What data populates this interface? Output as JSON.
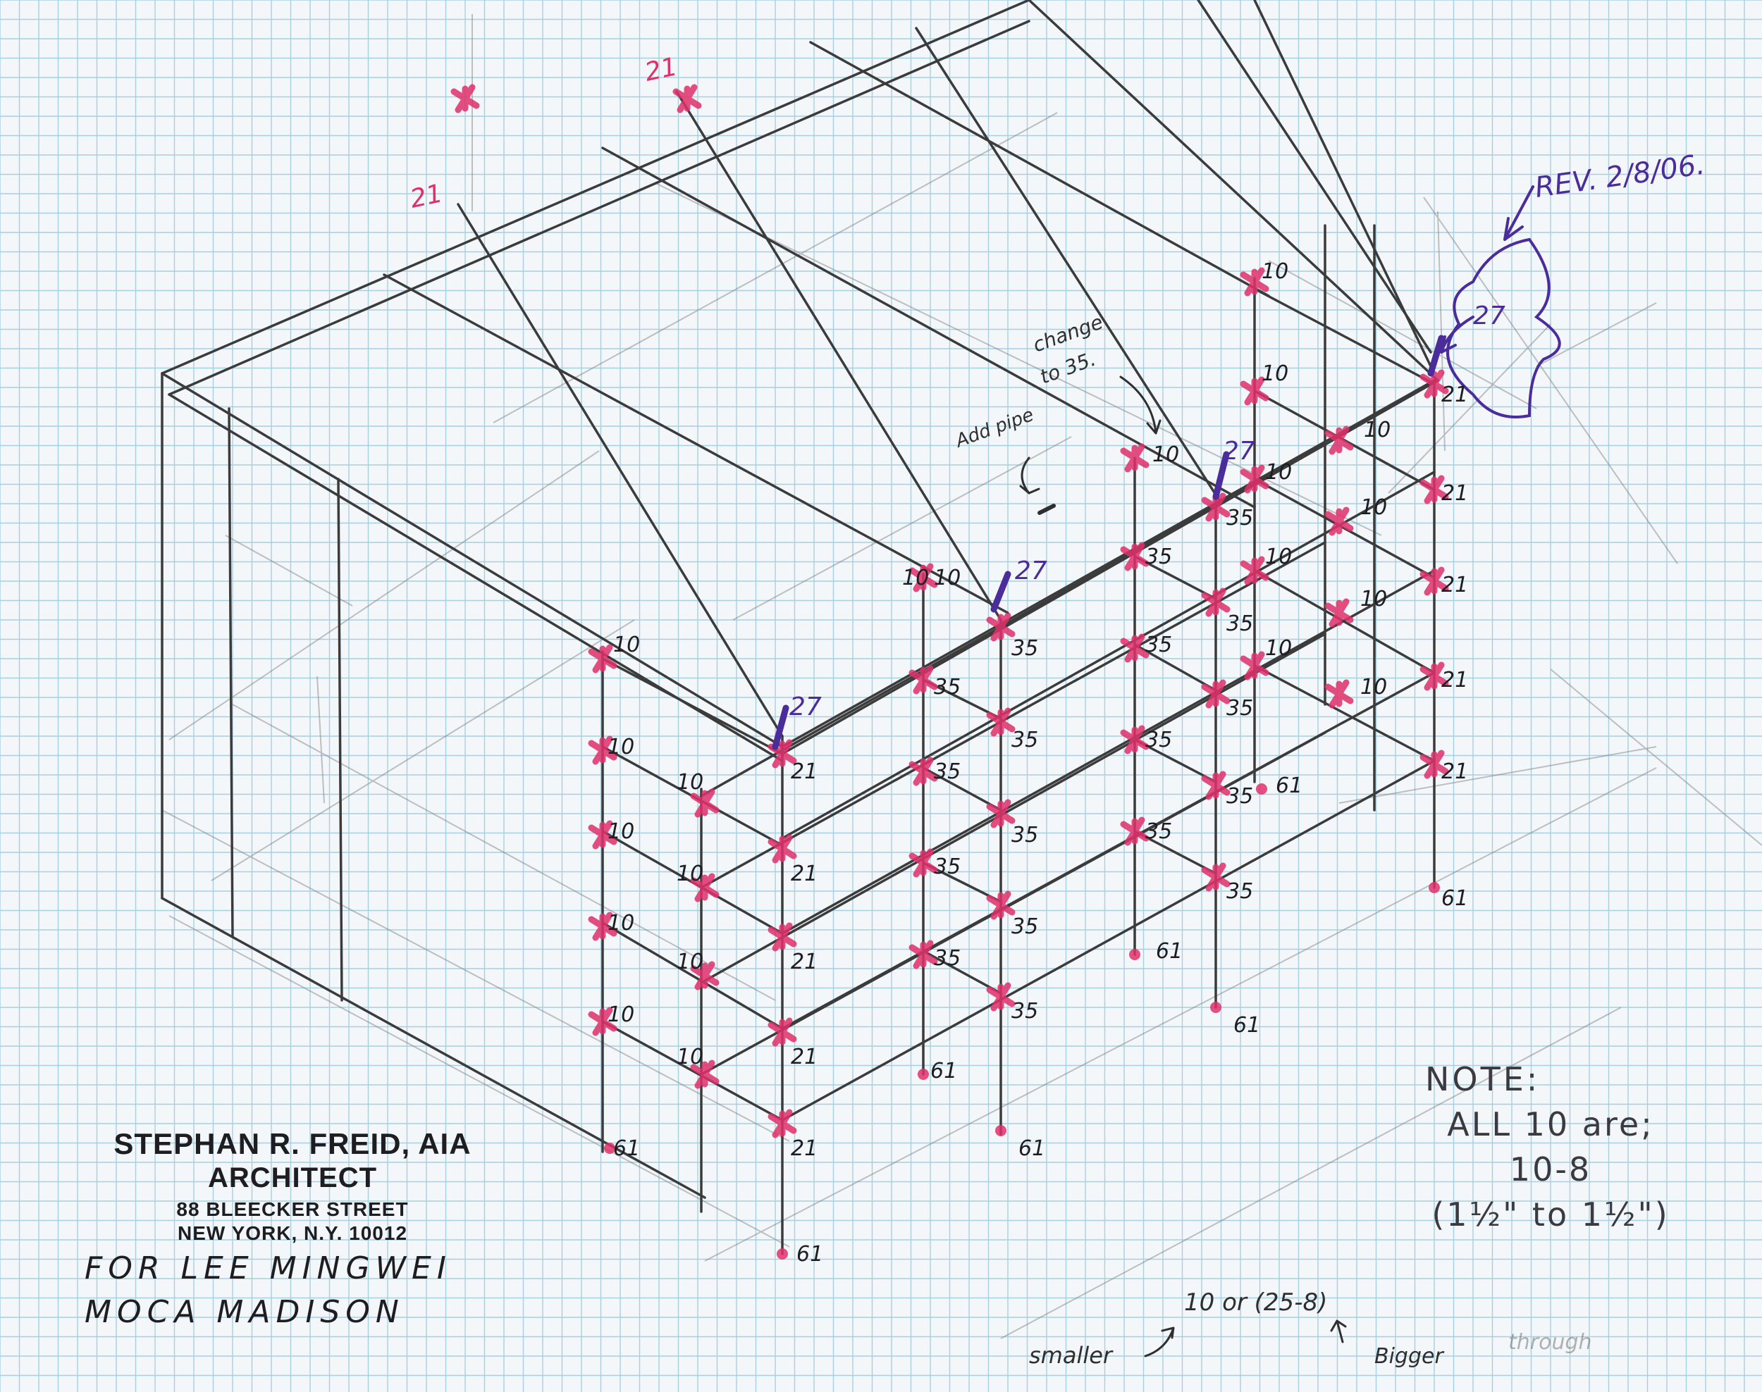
{
  "drawing": {
    "stamp": {
      "name": "STEPHAN R. FREID, AIA",
      "title": "ARCHITECT",
      "address": "88 BLEECKER STREET",
      "city": "NEW YORK, N.Y. 10012"
    },
    "client": {
      "line1": "FOR LEE MINGWEI",
      "line2": "MOCA MADISON"
    },
    "note": {
      "heading": "NOTE:",
      "line1": "ALL 10 are;",
      "line2": "10-8",
      "line3": "(1½\" to 1½\")"
    },
    "revision": "REV. 2/8/06.",
    "annotations": {
      "add_pipe": "Add pipe",
      "change_line1": "change",
      "change_line2": "to 35.",
      "bottom_main": "10 or (25-8)",
      "bottom_smaller": "smaller",
      "bottom_bigger": "Bigger",
      "bottom_faint": "through"
    },
    "fitting_labels": {
      "roof_ridge": [
        "21",
        "21"
      ],
      "purple": [
        "27",
        "27",
        "27",
        "27"
      ],
      "black": [
        "10",
        "10",
        "10",
        "10",
        "10",
        "10",
        "10",
        "10",
        "10",
        "10",
        "10",
        "10",
        "10",
        "10",
        "10",
        "10",
        "10",
        "10",
        "10",
        "10",
        "10",
        "21",
        "21",
        "21",
        "21",
        "21",
        "21",
        "21",
        "21",
        "21",
        "21",
        "35",
        "35",
        "35",
        "35",
        "35",
        "35",
        "35",
        "35",
        "35",
        "35",
        "35",
        "35",
        "35",
        "35",
        "35",
        "35",
        "35",
        "35",
        "61",
        "61",
        "61",
        "61",
        "61",
        "61",
        "61",
        "61"
      ]
    },
    "colors": {
      "grid": "#a8cfe0",
      "pencil": "#3b3b3b",
      "fitting_pink": "#e0306a",
      "revision_purple": "#4a2c9a",
      "ink": "#1e1e22"
    }
  }
}
